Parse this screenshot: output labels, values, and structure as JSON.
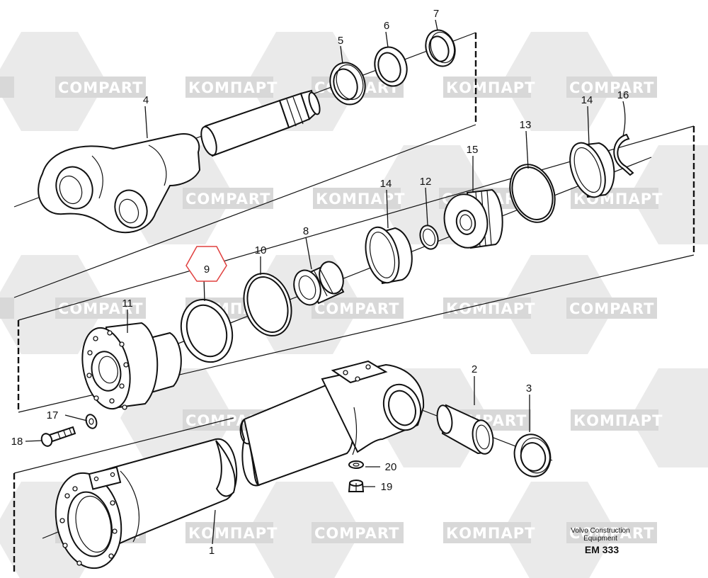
{
  "watermark": {
    "latin": "COMPART",
    "cyrillic": "КОМПАРТ",
    "bg_color": "#d4d4d4",
    "text_color": "#ffffff"
  },
  "callouts": {
    "c1": "1",
    "c2": "2",
    "c3": "3",
    "c4": "4",
    "c5": "5",
    "c6": "6",
    "c7": "7",
    "c8": "8",
    "c9": "9",
    "c10": "10",
    "c11": "11",
    "c12": "12",
    "c13": "13",
    "c14a": "14",
    "c14b": "14",
    "c15": "15",
    "c16": "16",
    "c17": "17",
    "c18": "18",
    "c19": "19",
    "c20": "20"
  },
  "highlight": {
    "part": "9",
    "color": "#e0403f"
  },
  "caption": {
    "line1": "Volvo Construction",
    "line2": "Equipment",
    "code": "EM 333"
  }
}
